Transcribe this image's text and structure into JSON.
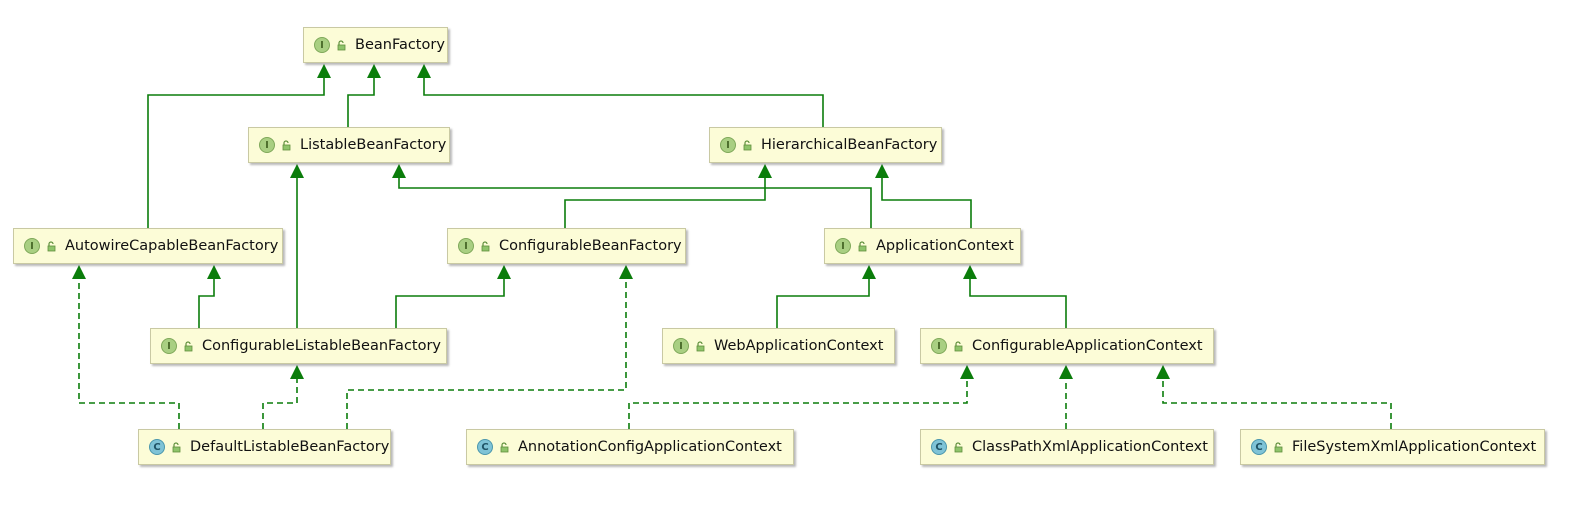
{
  "colors": {
    "edge": "#0b7d0b",
    "node_fill": "#fcfcd7",
    "node_border": "#c9c9a3",
    "interface_badge": "#a9cf82",
    "class_badge": "#7fc3d6"
  },
  "icons": {
    "interface_badge_letter": "I",
    "class_badge_letter": "C",
    "visibility_icon": "public-lock-icon"
  },
  "nodes": {
    "BeanFactory": {
      "label": "BeanFactory",
      "kind": "interface"
    },
    "ListableBeanFactory": {
      "label": "ListableBeanFactory",
      "kind": "interface"
    },
    "HierarchicalBeanFactory": {
      "label": "HierarchicalBeanFactory",
      "kind": "interface"
    },
    "AutowireCapableBeanFactory": {
      "label": "AutowireCapableBeanFactory",
      "kind": "interface"
    },
    "ConfigurableBeanFactory": {
      "label": "ConfigurableBeanFactory",
      "kind": "interface"
    },
    "ApplicationContext": {
      "label": "ApplicationContext",
      "kind": "interface"
    },
    "ConfigurableListableBeanFactory": {
      "label": "ConfigurableListableBeanFactory",
      "kind": "interface"
    },
    "WebApplicationContext": {
      "label": "WebApplicationContext",
      "kind": "interface"
    },
    "ConfigurableApplicationContext": {
      "label": "ConfigurableApplicationContext",
      "kind": "interface"
    },
    "DefaultListableBeanFactory": {
      "label": "DefaultListableBeanFactory",
      "kind": "class"
    },
    "AnnotationConfigApplicationContext": {
      "label": "AnnotationConfigApplicationContext",
      "kind": "class"
    },
    "ClassPathXmlApplicationContext": {
      "label": "ClassPathXmlApplicationContext",
      "kind": "class"
    },
    "FileSystemXmlApplicationContext": {
      "label": "FileSystemXmlApplicationContext",
      "kind": "class"
    }
  },
  "edges": [
    {
      "from": "ListableBeanFactory",
      "to": "BeanFactory",
      "type": "extends"
    },
    {
      "from": "HierarchicalBeanFactory",
      "to": "BeanFactory",
      "type": "extends"
    },
    {
      "from": "AutowireCapableBeanFactory",
      "to": "BeanFactory",
      "type": "extends"
    },
    {
      "from": "ConfigurableBeanFactory",
      "to": "HierarchicalBeanFactory",
      "type": "extends"
    },
    {
      "from": "ApplicationContext",
      "to": "ListableBeanFactory",
      "type": "extends"
    },
    {
      "from": "ApplicationContext",
      "to": "HierarchicalBeanFactory",
      "type": "extends"
    },
    {
      "from": "ConfigurableListableBeanFactory",
      "to": "ListableBeanFactory",
      "type": "extends"
    },
    {
      "from": "ConfigurableListableBeanFactory",
      "to": "AutowireCapableBeanFactory",
      "type": "extends"
    },
    {
      "from": "ConfigurableListableBeanFactory",
      "to": "ConfigurableBeanFactory",
      "type": "extends"
    },
    {
      "from": "WebApplicationContext",
      "to": "ApplicationContext",
      "type": "extends"
    },
    {
      "from": "ConfigurableApplicationContext",
      "to": "ApplicationContext",
      "type": "extends"
    },
    {
      "from": "DefaultListableBeanFactory",
      "to": "AutowireCapableBeanFactory",
      "type": "implements"
    },
    {
      "from": "DefaultListableBeanFactory",
      "to": "ConfigurableListableBeanFactory",
      "type": "implements"
    },
    {
      "from": "DefaultListableBeanFactory",
      "to": "ConfigurableBeanFactory",
      "type": "implements"
    },
    {
      "from": "AnnotationConfigApplicationContext",
      "to": "ConfigurableApplicationContext",
      "type": "implements"
    },
    {
      "from": "ClassPathXmlApplicationContext",
      "to": "ConfigurableApplicationContext",
      "type": "implements"
    },
    {
      "from": "FileSystemXmlApplicationContext",
      "to": "ConfigurableApplicationContext",
      "type": "implements"
    }
  ]
}
